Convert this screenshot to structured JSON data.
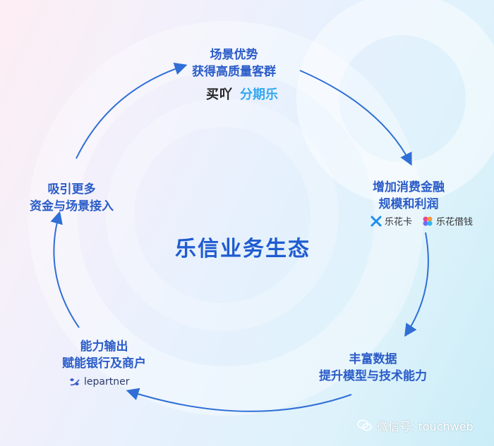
{
  "center_title": "乐信业务生态",
  "nodes": {
    "top": {
      "line1": "场景优势",
      "line2": "获得高质量客群"
    },
    "right": {
      "line1": "增加消费金融",
      "line2": "规模和利润"
    },
    "bottom_right": {
      "line1": "丰富数据",
      "line2": "提升模型与技术能力"
    },
    "bottom_left": {
      "line1": "能力输出",
      "line2": "赋能银行及商户"
    },
    "left": {
      "line1": "吸引更多",
      "line2": "资金与场景接入"
    }
  },
  "logos": {
    "maiya": "买吖",
    "fenqile": "分期乐",
    "lehuaka": "乐花卡",
    "lehuajieqian": "乐花借钱",
    "lepartner": "lepartner"
  },
  "watermark": "微信号: touchweb",
  "colors": {
    "accent": "#2a5cc8",
    "arrow": "#2f6fd6",
    "fenqile": "#35a8f0",
    "lehuajieqian": "#e9478f"
  }
}
